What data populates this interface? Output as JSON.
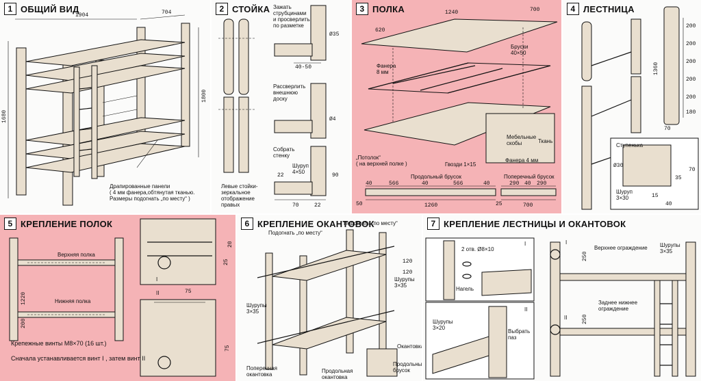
{
  "panels": {
    "p1": {
      "num": "1",
      "title": "ОБЩИЙ ВИД",
      "dims": {
        "w": "1904",
        "d": "704",
        "h_left": "1680",
        "h_right": "1800"
      },
      "note": "Драпированные панели\n( 4 мм фанера,обтянутая тканью.\nРазмеры подогнать „по месту“ )"
    },
    "p2": {
      "num": "2",
      "title": "СТОЙКА",
      "notes": [
        "Зажать\nструбцинами\nи просверлить\nпо разметке",
        "Рассверлить\nвнешнюю\nдоску",
        "Собрать\nстенку",
        "Шуруп\n4×50",
        "Левые стойки-\nзеркальное\nотображение\nправых"
      ],
      "dims": [
        "Ø35",
        "40-50",
        "Ø4",
        "22",
        "90",
        "70",
        "22"
      ]
    },
    "p3": {
      "num": "3",
      "title": "ПОЛКА",
      "notes": [
        "Фанера\n8 мм",
        "Бруски\n40×50",
        "„Потолок“\n( на верхней полке )",
        "Гвозди 1×15",
        "Мебельные\nскобы",
        "Ткань",
        "Фанера 4 мм",
        "Продольный брусок",
        "Поперечный брусок"
      ],
      "dims": [
        "1240",
        "700",
        "620",
        "40",
        "566",
        "40",
        "566",
        "40",
        "1260",
        "290",
        "40",
        "290",
        "700",
        "50",
        "25"
      ]
    },
    "p4": {
      "num": "4",
      "title": "ЛЕСТНИЦА",
      "notes": [
        "Ступенька",
        "Шуруп\n3×30"
      ],
      "dims": [
        "200",
        "200",
        "200",
        "200",
        "200",
        "180",
        "1360",
        "70",
        "Ø30",
        "70",
        "35",
        "15",
        "40"
      ]
    },
    "p5": {
      "num": "5",
      "title": "КРЕПЛЕНИЕ ПОЛОК",
      "notes": [
        "Верхняя полка",
        "Нижняя полка",
        "Крепежные винты  М8×70  (16 шт.)",
        "Сначала устанавливается винт I , затем винт II"
      ],
      "dims": [
        "1220",
        "200",
        "20",
        "25",
        "75",
        "75"
      ],
      "marks": [
        "I",
        "II"
      ]
    },
    "p6": {
      "num": "6",
      "title": "КРЕПЛЕНИЕ ОКАНТОВОК",
      "notes": [
        "Подогнать „по месту“",
        "Подогнать „по месту“",
        "Шурупы\n3×35",
        "Шурупы\n3×35",
        "Окантовка",
        "Продольный\nбрусок",
        "Поперечная\nокантовка",
        "Продольная\nокантовка"
      ],
      "dims": [
        "120",
        "120"
      ]
    },
    "p7": {
      "num": "7",
      "title": "КРЕПЛЕНИЕ ЛЕСТНИЦЫ И ОКАНТОВОК",
      "notes": [
        "2 отв. Ø8×10",
        "Нагель",
        "Шурупы\n3×20",
        "Выбрать\nпаз",
        "Верхнее ограждение",
        "Шурупы\n3×35",
        "Заднее нижнее\nограждение"
      ],
      "dims": [
        "250",
        "250"
      ],
      "marks": [
        "I",
        "II",
        "I",
        "II"
      ]
    }
  },
  "colors": {
    "highlight": "#f5b3b6",
    "line": "#111111",
    "wood": "#e9dfcf"
  }
}
